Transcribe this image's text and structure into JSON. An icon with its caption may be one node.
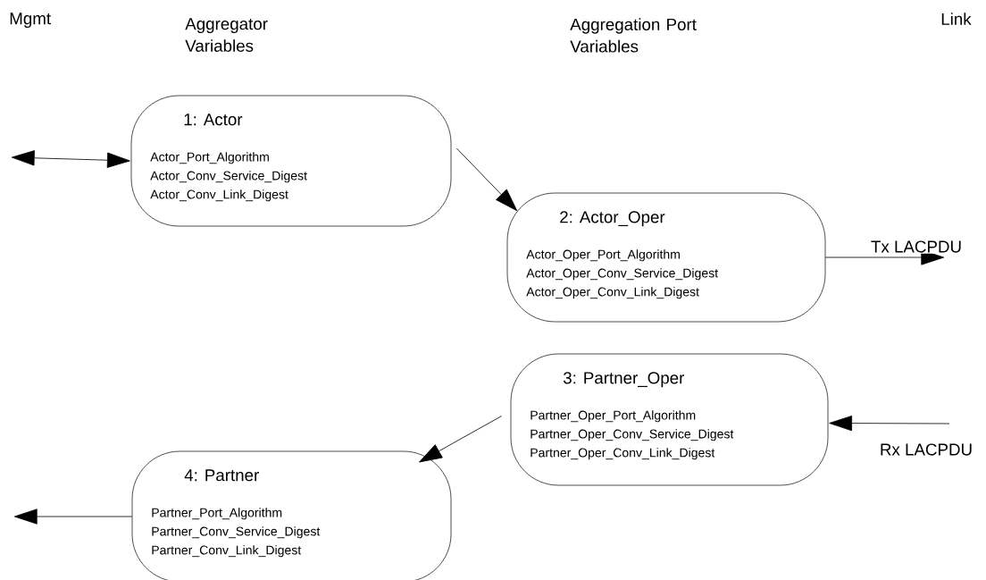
{
  "diagram": {
    "nodes": [
      {
        "text": [
          "1: Actor",
          "Actor_Port_Algorithm",
          "Actor_Conv_Service_Digest",
          "Actor_Conv_Link_Digest"
        ]
      },
      {
        "text": [
          "2: Actor_Oper",
          "Actor_Oper_Port_Algorithm",
          "Actor_Oper_Conv_Service_Digest",
          "Actor_Oper_Conv_Link_Digest"
        ]
      },
      {
        "text": [
          "3: Partner_Oper",
          "Partner_Oper_Port_Algorithm",
          "Partner_Oper_Conv_Service_Digest",
          "Partner_Oper_Conv_Link_Digest"
        ]
      },
      {
        "text": [
          "4: Partner",
          "Partner_Port_Algorithm",
          "Partner_Conv_Service_Digest",
          "Partner_Conv_Link_Digest"
        ]
      }
    ],
    "edges": [
      {
        "from": null,
        "to": 0,
        "arrow": "both"
      },
      {
        "from": 0,
        "to": 1,
        "arrow": "to"
      },
      {
        "from": 1,
        "to": null,
        "arrow": "to",
        "label": "Tx LACPDU"
      },
      {
        "from": null,
        "to": 2,
        "arrow": "to",
        "label": "Rx LACPDU"
      },
      {
        "from": 2,
        "to": 3,
        "arrow": "to"
      },
      {
        "from": 3,
        "to": null,
        "arrow": "to"
      }
    ],
    "labels": [
      "Mgmt",
      "Aggregator Variables",
      "Aggregation Port Variables",
      "Link"
    ]
  }
}
